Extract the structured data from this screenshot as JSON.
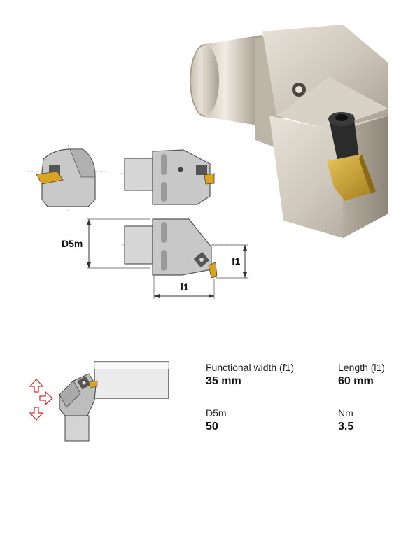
{
  "dimensions": {
    "d5m_label": "D5m",
    "f1_label": "f1",
    "l1_label": "l1"
  },
  "specs": [
    {
      "label": "Functional width (f1)",
      "value": "35 mm"
    },
    {
      "label": "Length (l1)",
      "value": "60 mm"
    },
    {
      "label": "D5m",
      "value": "50"
    },
    {
      "label": "Nm",
      "value": "3.5"
    }
  ],
  "colors": {
    "metal_light": "#e2dcd3",
    "metal_mid": "#b9b1a5",
    "metal_dark": "#8a8275",
    "insert_gold": "#c9a23a",
    "drawing_gray": "#c8c8c8",
    "drawing_dark": "#6d6d6d",
    "arrow_red": "#d03030"
  }
}
